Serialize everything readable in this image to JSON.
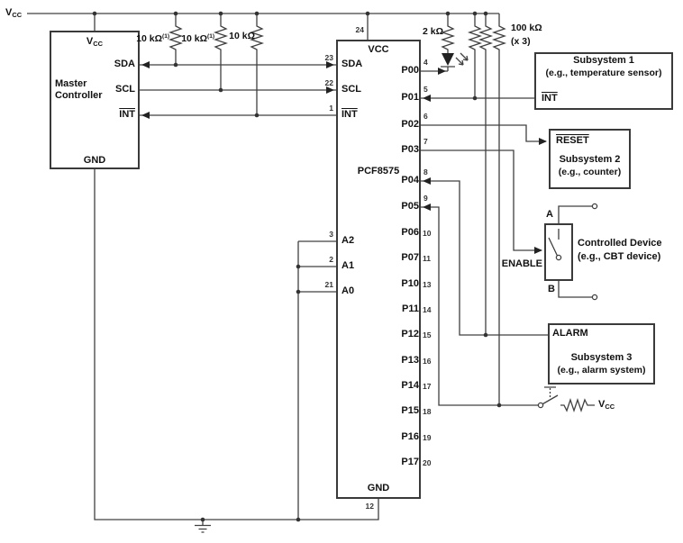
{
  "power": {
    "rail_label_base": "V",
    "rail_label_sub": "CC"
  },
  "master": {
    "name_line1": "Master",
    "name_line2": "Controller",
    "pin_vcc_base": "V",
    "pin_vcc_sub": "CC",
    "pin_sda": "SDA",
    "pin_scl": "SCL",
    "pin_int": "INT",
    "pin_gnd": "GND"
  },
  "pullups": {
    "r1": "10 kΩ",
    "r1_note": "(1)",
    "r2": "10 kΩ",
    "r2_note": "(1)",
    "r3": "10 kΩ"
  },
  "ic": {
    "part_number": "PCF8575",
    "pin_vcc": "VCC",
    "pin_vcc_num": "24",
    "pin_gnd": "GND",
    "pin_gnd_num": "12",
    "left_pins": [
      {
        "name": "SDA",
        "num": "23"
      },
      {
        "name": "SCL",
        "num": "22"
      },
      {
        "name": "INT",
        "num": "1"
      },
      {
        "name": "A2",
        "num": "3"
      },
      {
        "name": "A1",
        "num": "2"
      },
      {
        "name": "A0",
        "num": "21"
      }
    ],
    "right_pins": [
      {
        "name": "P00",
        "num": "4"
      },
      {
        "name": "P01",
        "num": "5"
      },
      {
        "name": "P02",
        "num": "6"
      },
      {
        "name": "P03",
        "num": "7"
      },
      {
        "name": "P04",
        "num": "8"
      },
      {
        "name": "P05",
        "num": "9"
      },
      {
        "name": "P06",
        "num": "10"
      },
      {
        "name": "P07",
        "num": "11"
      },
      {
        "name": "P10",
        "num": "13"
      },
      {
        "name": "P11",
        "num": "14"
      },
      {
        "name": "P12",
        "num": "15"
      },
      {
        "name": "P13",
        "num": "16"
      },
      {
        "name": "P14",
        "num": "17"
      },
      {
        "name": "P15",
        "num": "18"
      },
      {
        "name": "P16",
        "num": "19"
      },
      {
        "name": "P17",
        "num": "20"
      }
    ]
  },
  "led_resistor": "2 kΩ",
  "bank_resistor": {
    "value": "100 kΩ",
    "qty": "(x 3)"
  },
  "subsystem1": {
    "title": "Subsystem 1",
    "subtitle": "(e.g., temperature sensor)",
    "port": "INT"
  },
  "subsystem2": {
    "title": "Subsystem 2",
    "subtitle": "(e.g., counter)",
    "port": "RESET"
  },
  "subsystem3": {
    "title": "Subsystem 3",
    "subtitle": "(e.g., alarm system)",
    "port": "ALARM"
  },
  "controlled_device": {
    "line1": "Controlled Device",
    "line2": "(e.g., CBT device)",
    "port": "ENABLE",
    "terminal_a": "A",
    "terminal_b": "B"
  },
  "pushbutton": {
    "pull_label_base": "V",
    "pull_label_sub": "CC"
  },
  "colors": {
    "line": "#404040",
    "text": "#111111",
    "background": "#ffffff"
  }
}
